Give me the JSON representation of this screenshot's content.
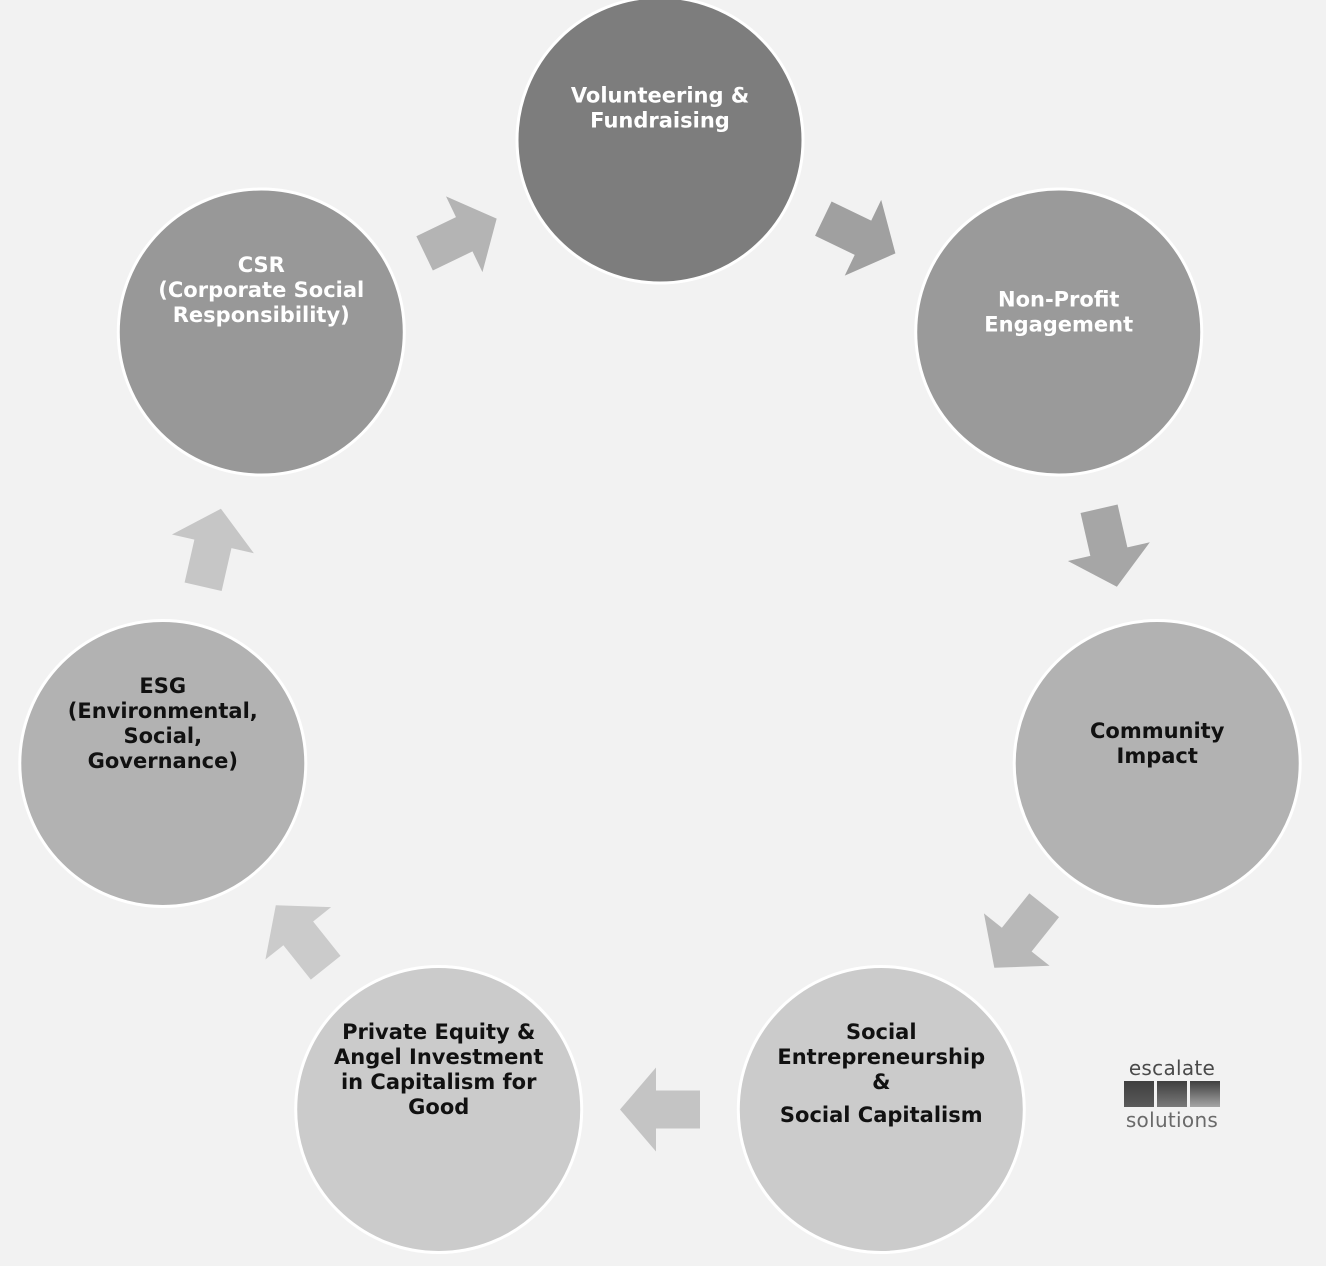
{
  "nodes": [
    {
      "id": "volunteering",
      "lines": [
        "Volunteering &",
        "Fundraising"
      ],
      "fill": "#7d7d7d",
      "text_color": "#ffffff"
    },
    {
      "id": "nonprofit",
      "lines": [
        "Non-Profit",
        "Engagement"
      ],
      "fill": "#9a9a9a",
      "text_color": "#ffffff"
    },
    {
      "id": "community",
      "lines": [
        "Community",
        "Impact"
      ],
      "fill": "#b2b2b2",
      "text_color": "#111111"
    },
    {
      "id": "social-entrepreneurship",
      "lines": [
        "Social",
        "Entrepreneurship",
        "&",
        "Social Capitalism"
      ],
      "fill": "#cbcbcb",
      "text_color": "#111111"
    },
    {
      "id": "private-equity",
      "lines": [
        "Private Equity &",
        "Angel Investment",
        "in  Capitalism for",
        "Good"
      ],
      "fill": "#cbcbcb",
      "text_color": "#111111"
    },
    {
      "id": "esg",
      "lines": [
        "ESG",
        "(Environmental,",
        "Social,",
        "Governance)"
      ],
      "fill": "#b2b2b2",
      "text_color": "#111111"
    },
    {
      "id": "csr",
      "lines": [
        "CSR",
        "(Corporate Social",
        "Responsibility)"
      ],
      "fill": "#989898",
      "text_color": "#ffffff"
    }
  ],
  "arrow_colors": [
    "#a0a0a0",
    "#a6a6a6",
    "#b8b8b8",
    "#c4c4c4",
    "#cbcbcb",
    "#c6c6c6",
    "#b4b4b4"
  ],
  "brand": {
    "top": "escalate",
    "bottom": "solutions",
    "bar_colors": [
      "#5a5a5a",
      "#7a7a7a",
      "#a5a5a5"
    ]
  }
}
